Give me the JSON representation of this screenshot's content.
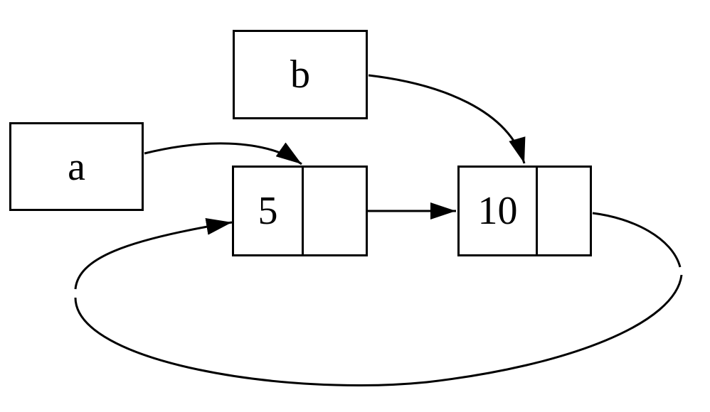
{
  "diagram": {
    "type": "linked-list-visualization",
    "colors": {
      "stroke": "#000000",
      "background": "#ffffff",
      "text": "#000000"
    },
    "variables": [
      {
        "name": "a",
        "points_to": "node-5"
      },
      {
        "name": "b",
        "points_to": "node-10"
      }
    ],
    "list_nodes": [
      {
        "value": "5",
        "next": "node-10"
      },
      {
        "value": "10",
        "next": "node-5"
      }
    ],
    "edges": [
      {
        "from": "a",
        "to": "node-5"
      },
      {
        "from": "b",
        "to": "node-10"
      },
      {
        "from": "node-5-next",
        "to": "node-10"
      },
      {
        "from": "node-10-next",
        "to": "node-5"
      }
    ]
  }
}
